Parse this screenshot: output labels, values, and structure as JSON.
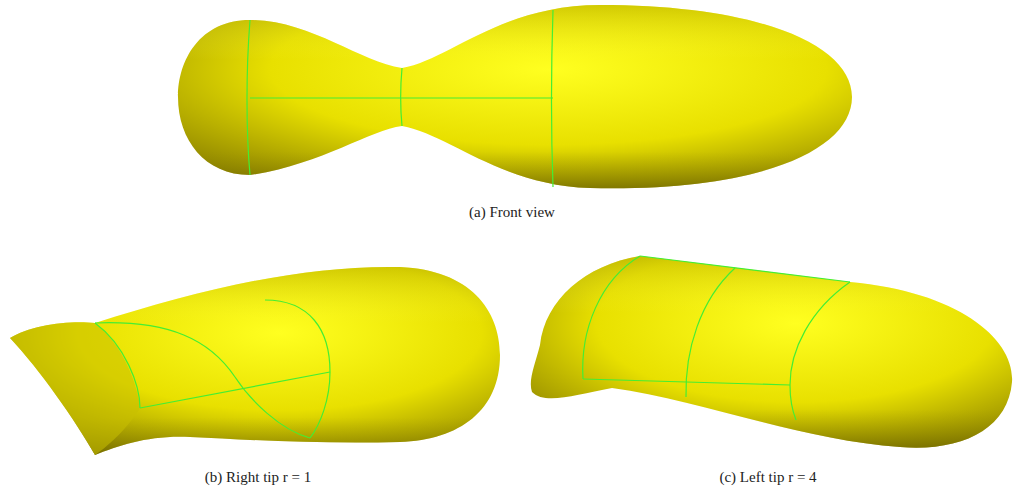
{
  "diagram": {
    "labels": [
      "(a) Front view",
      "(b) Right tip r = 1",
      "(c) Left tip r = 4"
    ]
  }
}
